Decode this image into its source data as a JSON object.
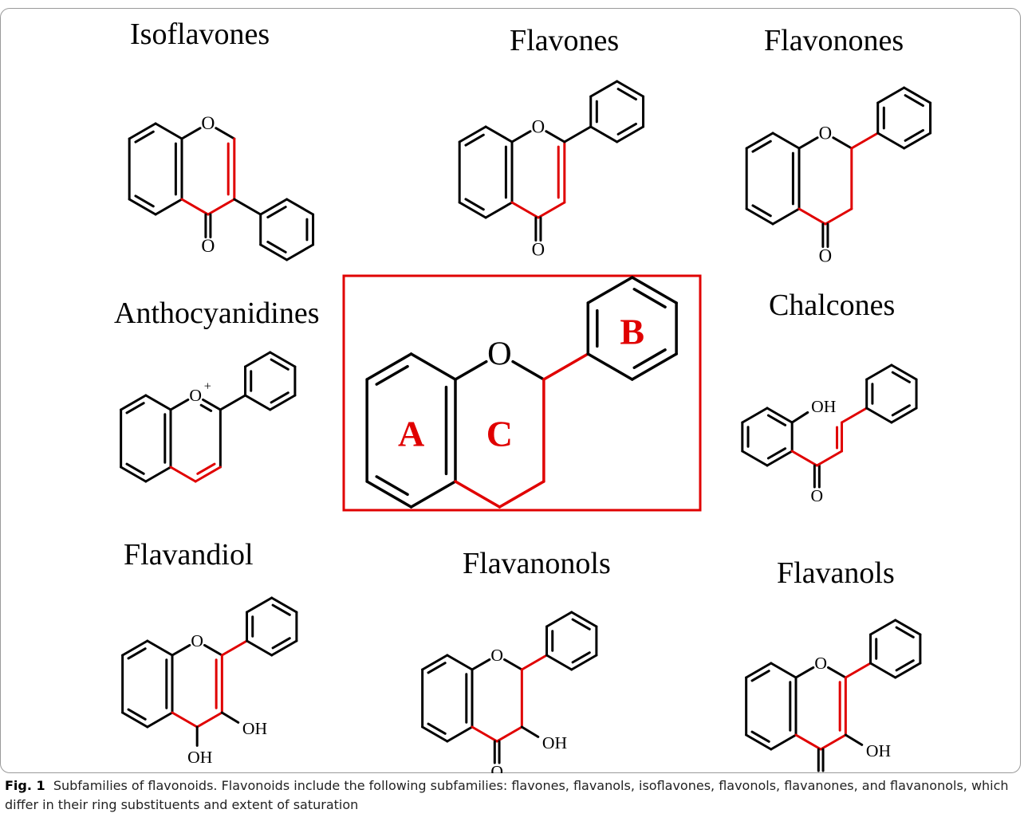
{
  "figure": {
    "colors": {
      "bond": "#000000",
      "highlight": "#e00000"
    },
    "labels": {
      "isoflavones": "Isoflavones",
      "flavones": "Flavones",
      "flavonones": "Flavonones",
      "anthocyanidines": "Anthocyanidines",
      "chalcones": "Chalcones",
      "flavandiol": "Flavandiol",
      "flavanonols": "Flavanonols",
      "flavanols": "Flavanols"
    },
    "atoms": {
      "O": "O",
      "OH": "OH",
      "O_plus": "O",
      "plus": "+"
    },
    "core": {
      "ring_a": "A",
      "ring_b": "B",
      "ring_c": "C"
    }
  },
  "caption": {
    "label": "Fig. 1",
    "text": "Subfamilies of flavonoids. Flavonoids include the following subfamilies: flavones, flavanols, isoflavones, flavonols, flavanones, and flavanonols, which differ in their ring substituents and extent of saturation"
  }
}
